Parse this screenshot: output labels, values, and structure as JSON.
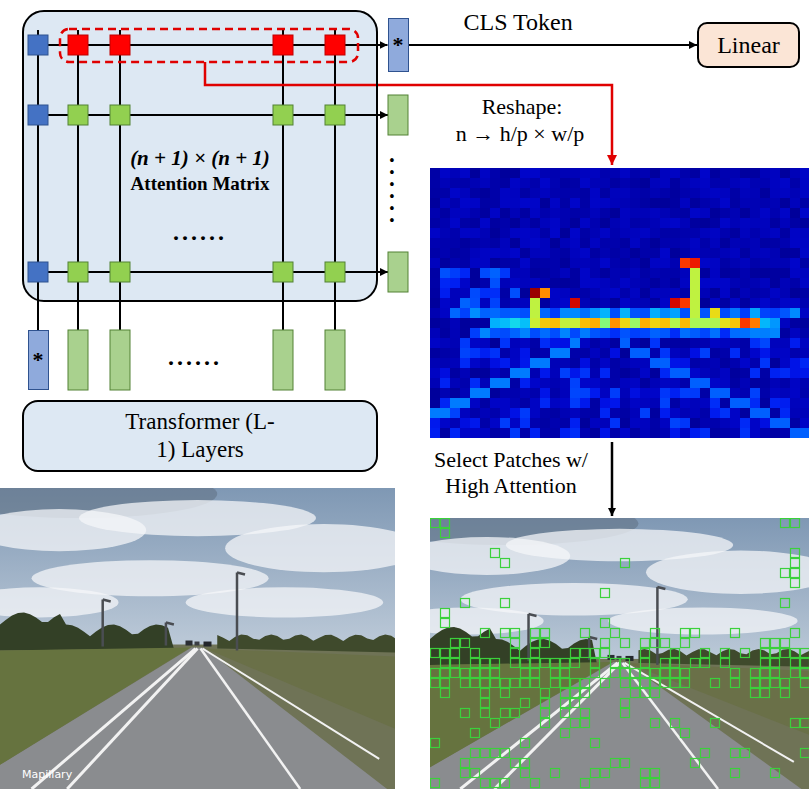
{
  "diagram": {
    "nodes": [
      {
        "text": [
          "(n + 1) × (n + 1)",
          "Attention Matrix"
        ]
      },
      {
        "text": [
          "*"
        ]
      },
      {
        "text": [
          "Linear"
        ]
      },
      {
        "text": [
          "*"
        ]
      },
      {
        "text": [
          "Transformer (L-1) Layers"
        ]
      }
    ],
    "edges": [
      {
        "from": 0,
        "to": 1,
        "arrow": "to"
      },
      {
        "from": 1,
        "to": 2,
        "label": "CLS Token",
        "arrow": "to"
      },
      {
        "from": 3,
        "to": 0,
        "arrow": "none"
      }
    ],
    "labels": [
      "......",
      "......",
      "......",
      "Reshape:",
      "n → h/p × w/p",
      "Select Patches w/ High Attention",
      "Mapillary"
    ]
  }
}
